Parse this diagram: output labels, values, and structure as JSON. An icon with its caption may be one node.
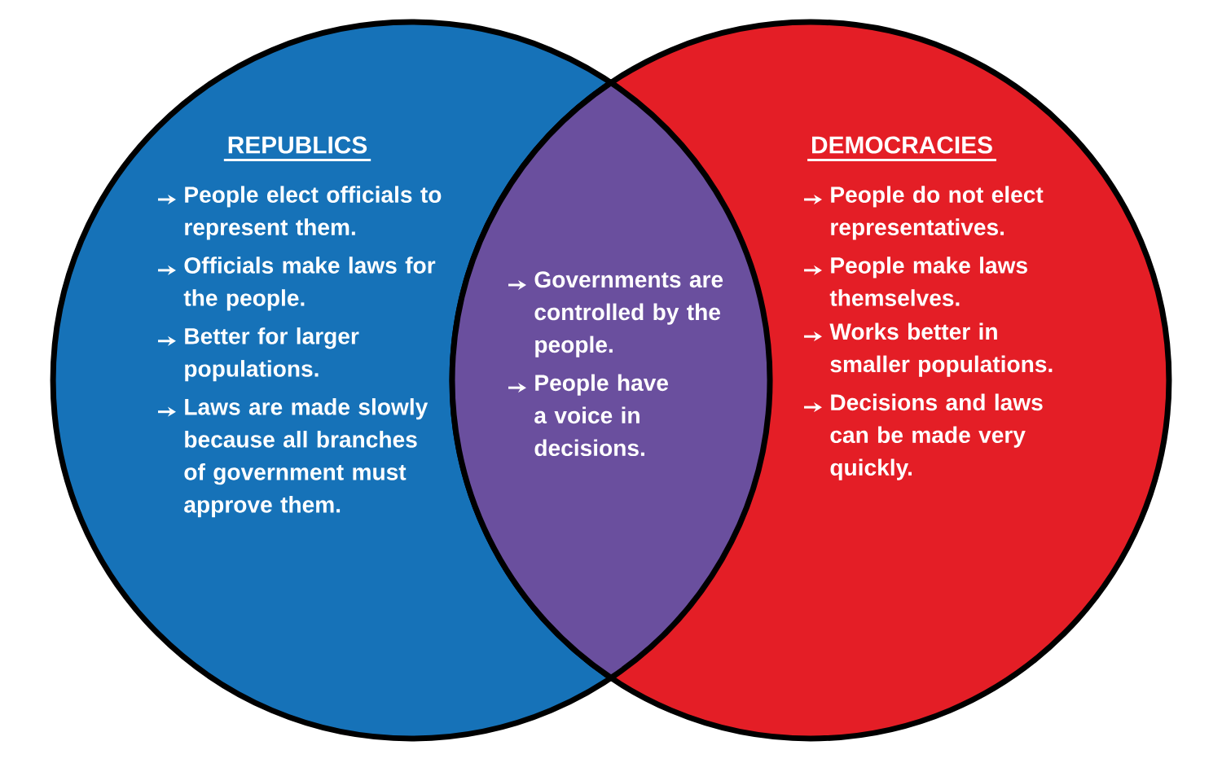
{
  "diagram": {
    "nodes": [
      {
        "text": [
          "REPUBLICS",
          "People elect officials to represent them.",
          "Officials make laws for the people.",
          "Better for larger populations.",
          "Laws are made slowly because all branches of government must approve them."
        ]
      },
      {
        "text": [
          "DEMOCRACIES",
          "People do not elect representatives.",
          "People make laws themselves.",
          "Works better in smaller populations.",
          "Decisions and laws can be made very quickly."
        ]
      },
      {
        "text": [
          "Governments are controlled by the people.",
          "People have a voice in decisions."
        ]
      }
    ]
  }
}
